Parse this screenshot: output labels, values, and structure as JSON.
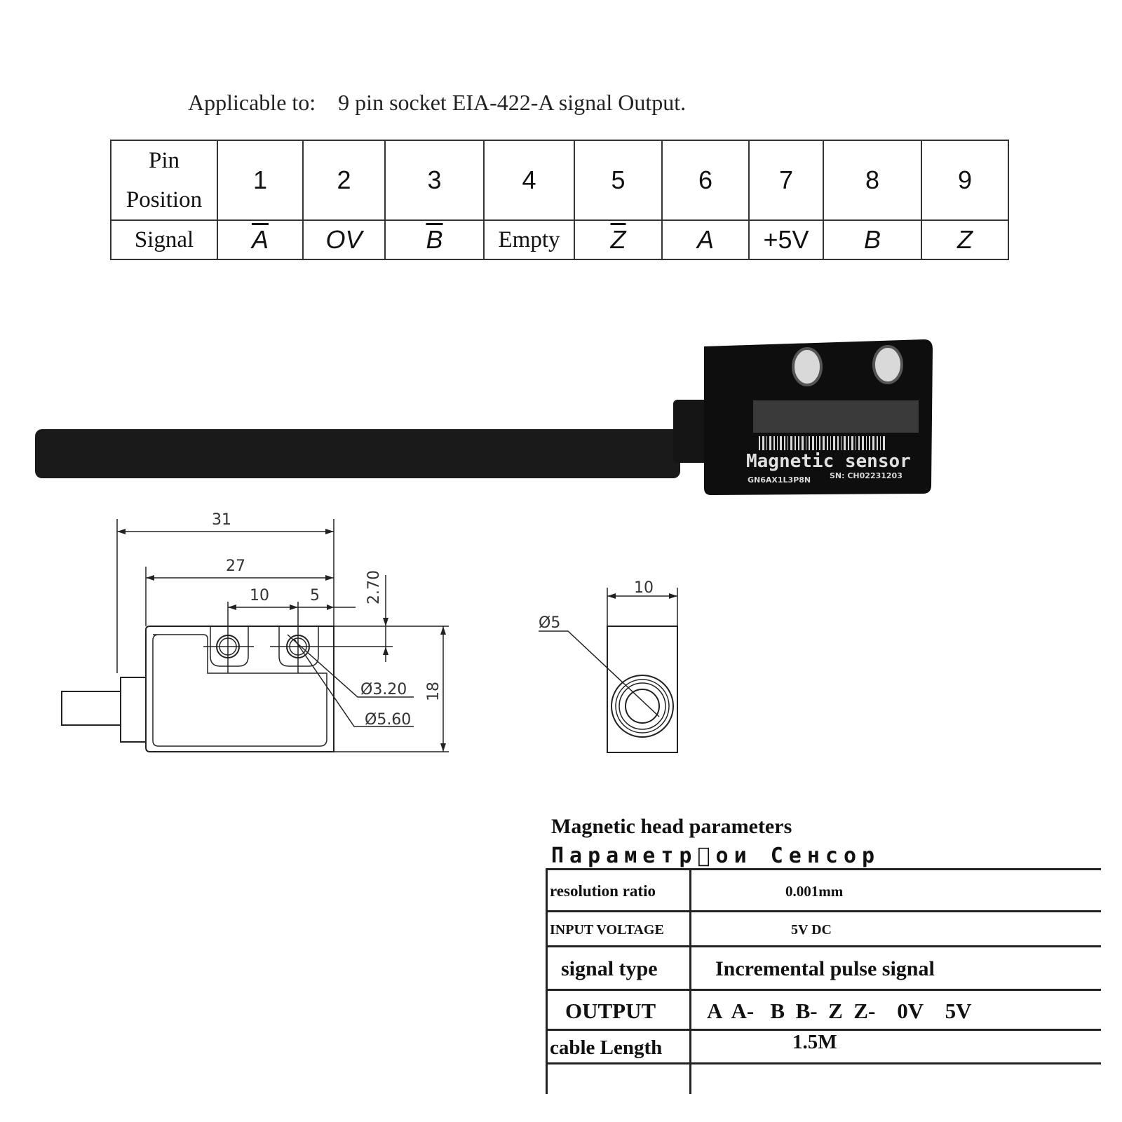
{
  "applicable": {
    "label": "Applicable to:",
    "value": "9 pin socket EIA-422-A signal Output."
  },
  "pin_table": {
    "header_label_line1": "Pin",
    "header_label_line2": "Position",
    "signal_label": "Signal",
    "pins": [
      "1",
      "2",
      "3",
      "4",
      "5",
      "6",
      "7",
      "8",
      "9"
    ],
    "signals": [
      "A",
      "OV",
      "B",
      "Empty",
      "Z",
      "A",
      "+5V",
      "B",
      "Z"
    ]
  },
  "sensor_label": {
    "text": "Magnetic sensor",
    "model": "GN6AX1L3P8N",
    "serial": "SN: CH02231203"
  },
  "dimensions": {
    "d31": "31",
    "d27": "27",
    "d10": "10",
    "d5": "5",
    "d270": "2.70",
    "d18": "18",
    "dia320": "Ø3.20",
    "dia560": "Ø5.60",
    "side_width": "10",
    "side_dia": "Ø5"
  },
  "params": {
    "title": "Magnetic head parameters",
    "subtitle": "Параметр\u0000ои Сенсор",
    "rows": [
      {
        "label": "resolution ratio",
        "value": "0.001mm"
      },
      {
        "label": "INPUT VOLTAGE",
        "value": "5V DC"
      },
      {
        "label": "signal type",
        "value": "Incremental pulse signal"
      },
      {
        "label": "OUTPUT",
        "value": "A  A-   B  B-  Z  Z-    0V    5V"
      },
      {
        "label": "cable Length",
        "value": "1.5M"
      },
      {
        "label": "",
        "value": ""
      }
    ]
  }
}
